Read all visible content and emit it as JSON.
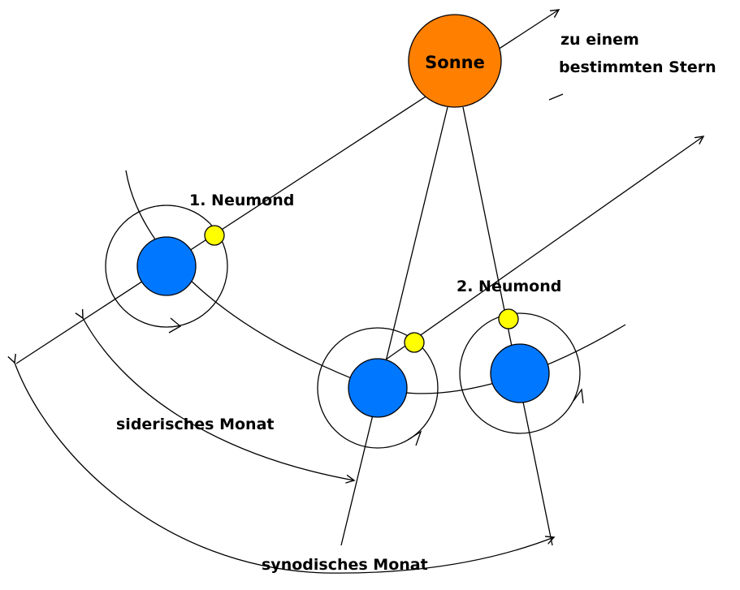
{
  "sun": {
    "label": "Sonne",
    "fill_color": "#ff7f00"
  },
  "star_direction": {
    "line1": "zu einem",
    "line2": "bestimmten Stern"
  },
  "moon_phases": {
    "first": "1. Neumond",
    "second": "2. Neumond"
  },
  "months": {
    "sidereal": "siderisches Monat",
    "synodic": "synodisches Monat"
  },
  "colors": {
    "earth": "#0077ff",
    "moon": "#ffff00",
    "sun": "#ff7f00",
    "line": "#000000"
  }
}
